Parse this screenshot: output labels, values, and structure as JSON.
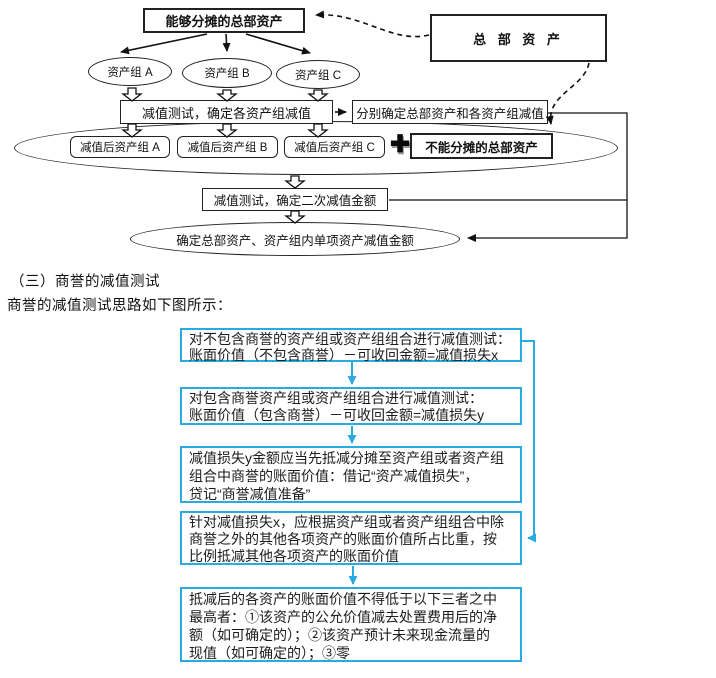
{
  "colors": {
    "accent_cyan": "#29ABE2",
    "line_black": "#111111"
  },
  "corporate_flow": {
    "allocatable_box": "能够分摊的总部资产",
    "hq_box": "总 部 资 产",
    "asset_groups": [
      "资产组 A",
      "资产组 B",
      "资产组 C"
    ],
    "impairment_test_box": "减值测试，确定各资产组减值",
    "determine_box": "分别确定总部资产和各资产组减值",
    "post_groups": [
      "减值后资产组 A",
      "减值后资产组 B",
      "减值后资产组 C"
    ],
    "plus_icon": "✚",
    "unallocatable_box": "不能分摊的总部资产",
    "second_test_box": "减值测试，确定二次减值金额",
    "final_ellipse": "确定总部资产、资产组内单项资产减值金额"
  },
  "section": {
    "heading": "（三）商誉的减值测试",
    "intro": "商誉的减值测试思路如下图所示："
  },
  "goodwill_flow": {
    "boxes": [
      {
        "lines": [
          "对不包含商誉的资产组或资产组组合进行减值测试：",
          "账面价值（不包含商誉）－可收回金额=减值损失x"
        ]
      },
      {
        "lines": [
          "对包含商誉资产组或资产组组合进行减值测试：",
          "账面价值（包含商誉）－可收回金额=减值损失y"
        ]
      },
      {
        "lines": [
          "减值损失y金额应当先抵减分摊至资产组或者资产组",
          "组合中商誉的账面价值：借记“资产减值损失”，",
          "贷记“商誉减值准备”"
        ]
      },
      {
        "lines": [
          "针对减值损失x，应根据资产组或者资产组组合中除",
          "商誉之外的其他各项资产的账面价值所占比重，按",
          "比例抵减其他各项资产的账面价值"
        ]
      },
      {
        "lines": [
          "抵减后的各资产的账面价值不得低于以下三者之中",
          "最高者：①该资产的公允价值减去处置费用后的净",
          "额（如可确定的）；②该资产预计未来现金流量的",
          "现值（如可确定的）；③零"
        ]
      }
    ]
  }
}
